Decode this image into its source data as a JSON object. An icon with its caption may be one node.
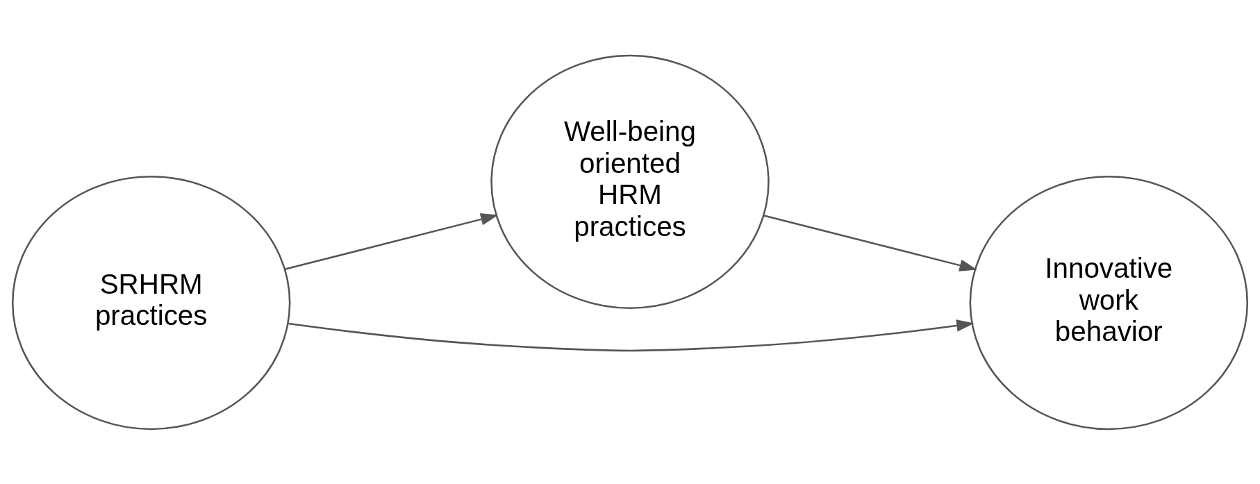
{
  "diagram": {
    "nodes": [
      {
        "text": [
          "SRHRM practices"
        ]
      },
      {
        "text": [
          "Well-being oriented HRM practices"
        ]
      },
      {
        "text": [
          "Innovative work behavior"
        ]
      }
    ],
    "edges": [
      {
        "from": 0,
        "to": 1,
        "arrow": "to"
      },
      {
        "from": 1,
        "to": 2,
        "arrow": "to"
      },
      {
        "from": 0,
        "to": 2,
        "arrow": "to"
      }
    ]
  }
}
